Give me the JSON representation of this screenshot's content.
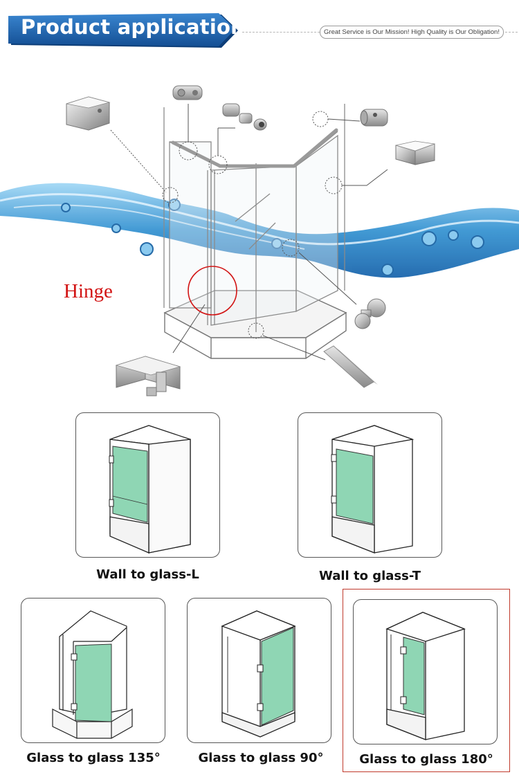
{
  "header": {
    "title": "Product application",
    "slogan": "Great Service is Our Mission!  High Quality is Our Obligation!"
  },
  "diagram": {
    "hinge_label": "Hinge"
  },
  "configurations": [
    {
      "caption": "Wall to glass-L"
    },
    {
      "caption": "Wall to glass-T"
    },
    {
      "caption": "Glass to glass 135°"
    },
    {
      "caption": "Glass to glass 90°"
    },
    {
      "caption": "Glass to glass 180°"
    }
  ],
  "colors": {
    "banner_blue": "#1d5fa8",
    "glass_green": "#8fd6b4",
    "hinge_red": "#d21414",
    "water_blue": "#3a9fd8",
    "selected_border": "#c0392b"
  }
}
